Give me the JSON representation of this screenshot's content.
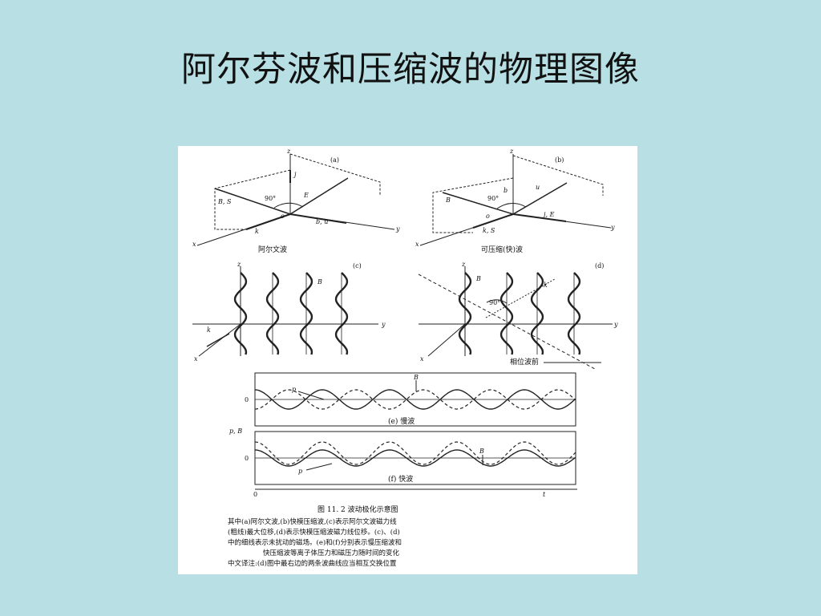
{
  "slide": {
    "title": "阿尔芬波和压缩波的物理图像"
  },
  "figure": {
    "panel_a": {
      "tag": "(a)",
      "caption": "阿尔文波",
      "labels": {
        "z": "z",
        "j": "j",
        "B_S": "B, S",
        "angle": "90°",
        "E": "E",
        "o": "o",
        "bu": "b, u",
        "k": "k",
        "x": "x",
        "y": "y"
      }
    },
    "panel_b": {
      "tag": "(b)",
      "caption": "可压缩(快)波",
      "labels": {
        "z": "z",
        "u": "u",
        "b": "b",
        "B": "B",
        "angle": "90°",
        "o": "o",
        "jE": "j, E",
        "kS": "k, S",
        "x": "x",
        "y": "y"
      }
    },
    "panel_c": {
      "tag": "(c)",
      "labels": {
        "z": "z",
        "B": "B",
        "k": "k",
        "x": "x",
        "y": "y"
      }
    },
    "panel_d": {
      "tag": "(d)",
      "labels": {
        "z": "z",
        "B": "B",
        "k": "k",
        "angle": "90°",
        "x": "x",
        "y": "y",
        "phase": "相位波前"
      }
    },
    "panel_e": {
      "caption": "(e)  慢波",
      "labels": {
        "B": "B",
        "p": "p",
        "zero": "0"
      }
    },
    "panel_f": {
      "caption": "(f)  快波",
      "labels": {
        "B": "B",
        "p": "p",
        "zero": "0",
        "origin": "0",
        "t": "t"
      }
    },
    "shared_axis_label": "p, B",
    "caption": {
      "heading": "图 11. 2      波动极化示意图",
      "lines": [
        "其中(a)阿尔文波,(b)快模压缩波,(c)表示阿尔文波磁力线",
        "(粗线)最大位移,(d)表示快模压缩波磁力线位移。(c)、(d)",
        "中的细线表示未扰动的磁场。(e)和(f)分别表示慢压缩波和",
        "快压缩波等离子体压力和磁压力随时间的变化",
        "中文译注:(d)图中最右边的两条波曲线应当相互交换位置"
      ]
    }
  }
}
